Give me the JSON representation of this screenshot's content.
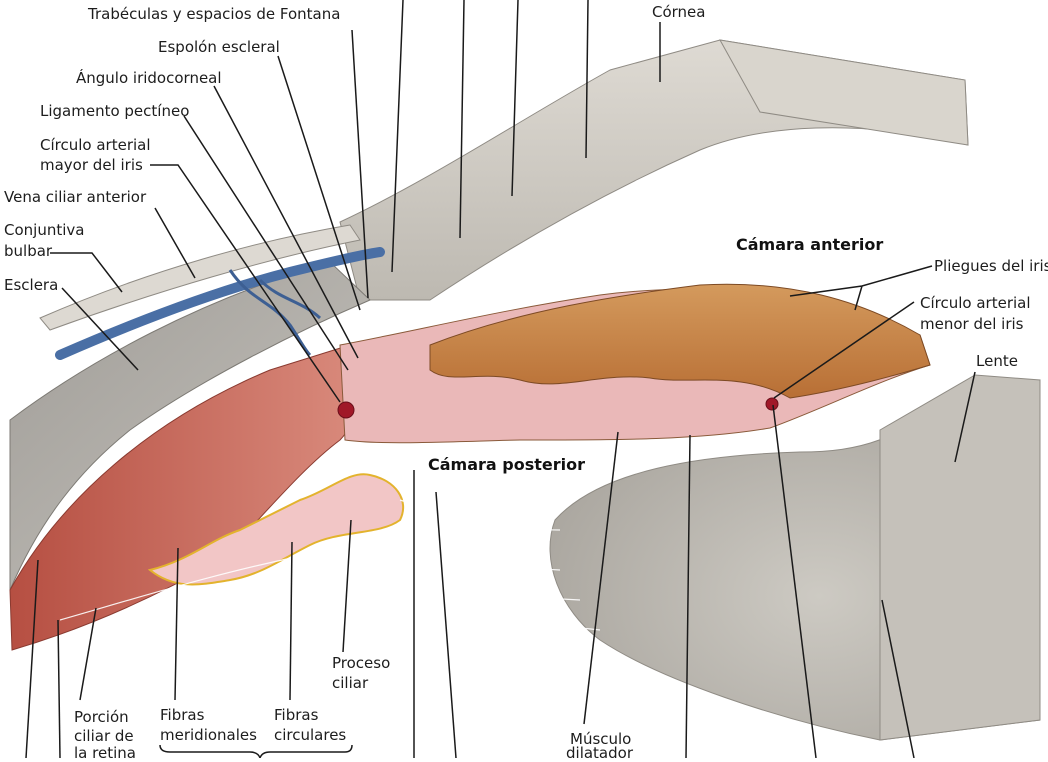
{
  "labels": {
    "trabeculas": "Trabéculas y espacios de Fontana",
    "espolon": "Espolón escleral",
    "angulo": "Ángulo iridocorneal",
    "ligamento": "Ligamento pectíneo",
    "circulo_mayor_1": "Círculo arterial",
    "circulo_mayor_2": "mayor del iris",
    "vena": "Vena ciliar anterior",
    "conjuntiva_1": "Conjuntiva",
    "conjuntiva_2": "bulbar",
    "esclera": "Esclera",
    "cornea": "Córnea",
    "camara_anterior": "Cámara anterior",
    "pliegues": "Pliegues del iris",
    "circulo_menor_1": "Círculo arterial",
    "circulo_menor_2": "menor del iris",
    "lente": "Lente",
    "camara_posterior": "Cámara posterior",
    "proceso_1": "Proceso",
    "proceso_2": "ciliar",
    "porcion_1": "Porción",
    "porcion_2": "ciliar de",
    "porcion_3": "la retina",
    "fibras_meridionales_1": "Fibras",
    "fibras_meridionales_2": "meridionales",
    "fibras_circulares_1": "Fibras",
    "fibras_circulares_2": "circulares",
    "musculo_1": "Músculo",
    "musculo_2": "dilatador"
  },
  "colors": {
    "cornea": "#cfcbc3",
    "sclera": "#b6b3ad",
    "lens": "#d3d0c9",
    "muscle": "#c9695a",
    "iris_pink": "#eab8b8",
    "iris_stroma": "#c98a4c",
    "vein": "#4a6fa5",
    "artery": "#a01828",
    "outline": "#e3b32d"
  }
}
